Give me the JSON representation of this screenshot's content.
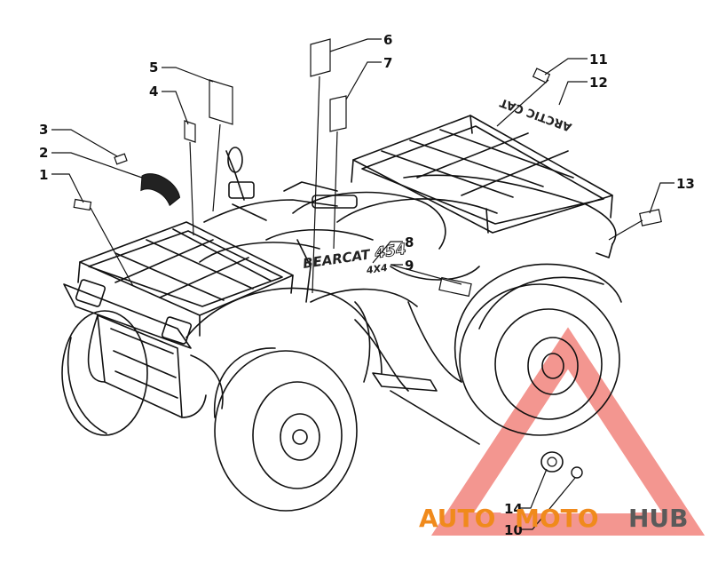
{
  "callouts": [
    "1",
    "2",
    "3",
    "4",
    "5",
    "6",
    "7",
    "8",
    "9",
    "10",
    "11",
    "12",
    "13",
    "14"
  ],
  "decals": {
    "brand_text": "ARCTIC CAT",
    "model_text": "BEARCAT",
    "model_number": "454",
    "drive_text": "4X4"
  },
  "watermark": {
    "part1": "AUTO",
    "part2": "MOTO",
    "part3": "HUB",
    "color_primary": "#f08a1c",
    "color_secondary": "#5a5a5a",
    "triangle_color": "#f0736b"
  }
}
